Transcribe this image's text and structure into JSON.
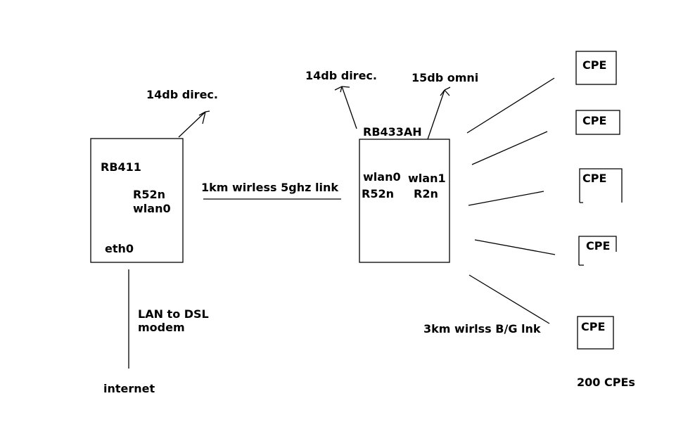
{
  "left_node": {
    "antenna_label": "14db direc.",
    "router_label": "RB411",
    "radio_label": "R52n",
    "interface_label": "wlan0",
    "ethernet_label": "eth0"
  },
  "uplink": {
    "cable_label_line1": "LAN to DSL",
    "cable_label_line2": "modem",
    "internet_label": "internet"
  },
  "backhaul_link_label": "1km wirless 5ghz link",
  "right_node": {
    "antenna_directional_label": "14db direc.",
    "antenna_omni_label": "15db omni",
    "router_label": "RB433AH",
    "wlan0_label": "wlan0",
    "wlan0_radio_label": "R52n",
    "wlan1_label": "wlan1",
    "wlan1_radio_label": "R2n"
  },
  "cpe_labels": [
    "CPE",
    "CPE",
    "CPE",
    "CPE",
    "CPE"
  ],
  "access_link_label": "3km wirlss B/G lnk",
  "cpe_count_label": "200 CPEs"
}
